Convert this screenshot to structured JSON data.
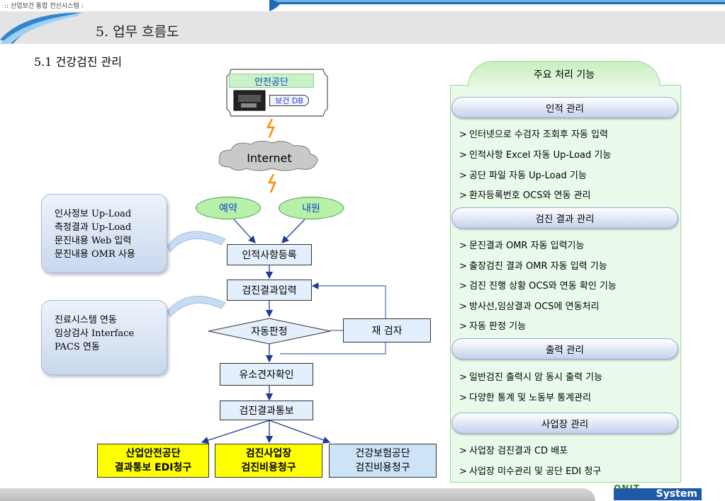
{
  "header": {
    "top_text": ":: 산업보건 통합 전산시스템 :",
    "title": "5. 업무 흐름도"
  },
  "section_title": "5.1 건강검진 관리",
  "flow": {
    "source_label": "안전공단",
    "db_label": "보건 DB",
    "cloud_label": "Internet",
    "oval_left": "예약",
    "oval_right": "내원",
    "step1": "인적사항등록",
    "step2": "검진결과입력",
    "decision": "자동판정",
    "recheck": "재 검자",
    "step3": "유소견자확인",
    "step4": "검진결과통보",
    "out1_line1": "산업안전공단",
    "out1_line2": "결과통보 EDI청구",
    "out2_line1": "검진사업장",
    "out2_line2": "검진비용청구",
    "out3_line1": "건강보험공단",
    "out3_line2": "검진비용청구"
  },
  "callouts": [
    {
      "lines": [
        "인사정보 Up-Load",
        "측정결과 Up-Load",
        "문진내용 Web 입력",
        "문진내용 OMR 사용"
      ]
    },
    {
      "lines": [
        "진료시스템 연동",
        "임상검사 Interface",
        "PACS 연동"
      ]
    }
  ],
  "panel": {
    "title": "주요 처리 기능",
    "categories": [
      {
        "name": "인적 관리",
        "items": [
          "인터넷으로 수검자 조회후 자동 입력",
          "인적사항 Excel 자동 Up-Load 기능",
          "공단 파일 자동 Up-Load 기능",
          "환자등록번호 OCS와 연동 관리"
        ]
      },
      {
        "name": "검진 결과 관리",
        "items": [
          "문진결과 OMR 자동 입력기능",
          "출장검진 결과 OMR 자동 입력 기능",
          "검진 진행 상황 OCS와 연동 확인 기능",
          "방사선,임상결과 OCS에 연동처리",
          "자동 판정 기능"
        ]
      },
      {
        "name": "출력 관리",
        "items": [
          "일반검진 출력시 암 동시 출력 기능",
          "다양한 통계 및 노동부 통계관리"
        ]
      },
      {
        "name": "사업장 관리",
        "items": [
          "사업장 검진결과 CD 배포",
          "사업장 미수관리 및 공단 EDI 청구"
        ]
      }
    ]
  },
  "logo": {
    "line1": "ONIT",
    "line2": "System"
  },
  "colors": {
    "accent_blue": "#1a3ec8",
    "yellow": "#ffff00",
    "green_panel": "#eafaea"
  }
}
